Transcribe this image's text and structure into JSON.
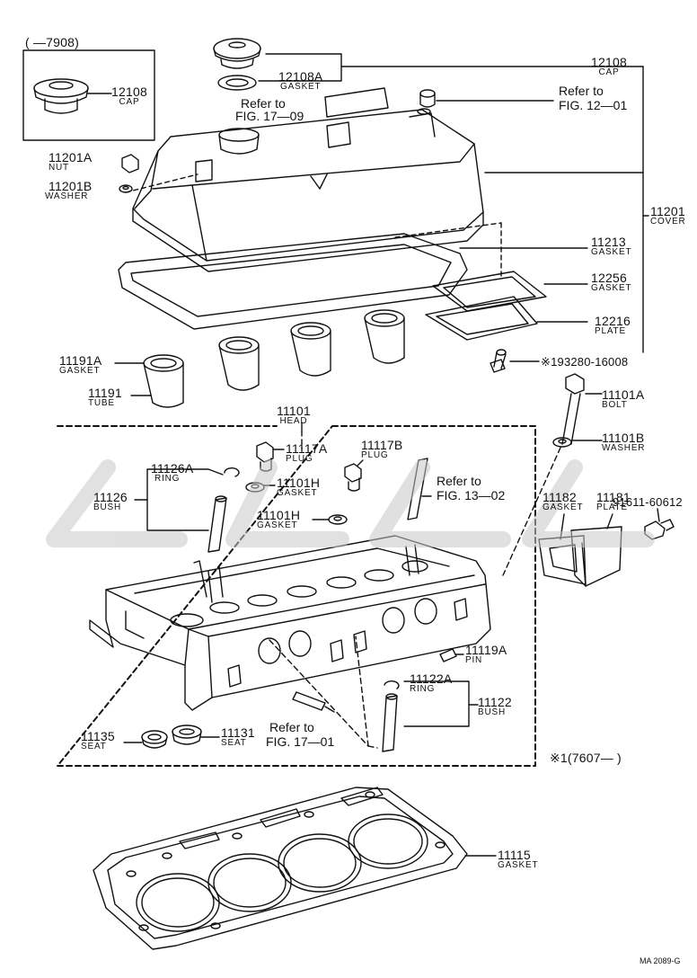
{
  "parts": [
    {
      "id": "p12108a",
      "num": "12108",
      "name": "CAP"
    },
    {
      "id": "p12108b",
      "num": "12108",
      "name": "CAP"
    },
    {
      "id": "p12108A",
      "num": "12108A",
      "name": "GASKET"
    },
    {
      "id": "p11201A",
      "num": "11201A",
      "name": "NUT"
    },
    {
      "id": "p11201B",
      "num": "11201B",
      "name": "WASHER"
    },
    {
      "id": "p11201",
      "num": "11201",
      "name": "COVER"
    },
    {
      "id": "p11213",
      "num": "11213",
      "name": "GASKET"
    },
    {
      "id": "p12256",
      "num": "12256",
      "name": "GASKET"
    },
    {
      "id": "p12216",
      "num": "12216",
      "name": "PLATE"
    },
    {
      "id": "p193280",
      "num": "※193280-16008",
      "name": ""
    },
    {
      "id": "p11191A",
      "num": "11191A",
      "name": "GASKET"
    },
    {
      "id": "p11191",
      "num": "11191",
      "name": "TUBE"
    },
    {
      "id": "p11101",
      "num": "11101",
      "name": "HEAD"
    },
    {
      "id": "p11101A",
      "num": "11101A",
      "name": "BOLT"
    },
    {
      "id": "p11101B",
      "num": "11101B",
      "name": "WASHER"
    },
    {
      "id": "p91611",
      "num": "91611-60612",
      "name": ""
    },
    {
      "id": "p11117A",
      "num": "11117A",
      "name": "PLUG"
    },
    {
      "id": "p11117B",
      "num": "11117B",
      "name": "PLUG"
    },
    {
      "id": "p11126A",
      "num": "11126A",
      "name": "RING"
    },
    {
      "id": "p11126",
      "num": "11126",
      "name": "BUSH"
    },
    {
      "id": "p11101H1",
      "num": "11101H",
      "name": "GASKET"
    },
    {
      "id": "p11101H2",
      "num": "11101H",
      "name": "GASKET"
    },
    {
      "id": "p11182",
      "num": "11182",
      "name": "GASKET"
    },
    {
      "id": "p11181",
      "num": "11181",
      "name": "PLATE"
    },
    {
      "id": "p11119A",
      "num": "11119A",
      "name": "PIN"
    },
    {
      "id": "p11122A",
      "num": "11122A",
      "name": "RING"
    },
    {
      "id": "p11122",
      "num": "11122",
      "name": "BUSH"
    },
    {
      "id": "p11135",
      "num": "11135",
      "name": "SEAT"
    },
    {
      "id": "p11131",
      "num": "11131",
      "name": "SEAT"
    },
    {
      "id": "p11115",
      "num": "11115",
      "name": "GASKET"
    }
  ],
  "refs": [
    {
      "id": "r1709a",
      "line1": "Refer to",
      "line2": "FIG. 17—09"
    },
    {
      "id": "r1201",
      "line1": "Refer to",
      "line2": "FIG. 12—01"
    },
    {
      "id": "r1302",
      "line1": "Refer to",
      "line2": "FIG. 13—02"
    },
    {
      "id": "r1701",
      "line1": "Refer to",
      "line2": "FIG. 17—01"
    }
  ],
  "notes": {
    "date_until": "(      —7908)",
    "date_from": "※1(7607—        )",
    "drawing_code": "MA 2089-G"
  }
}
